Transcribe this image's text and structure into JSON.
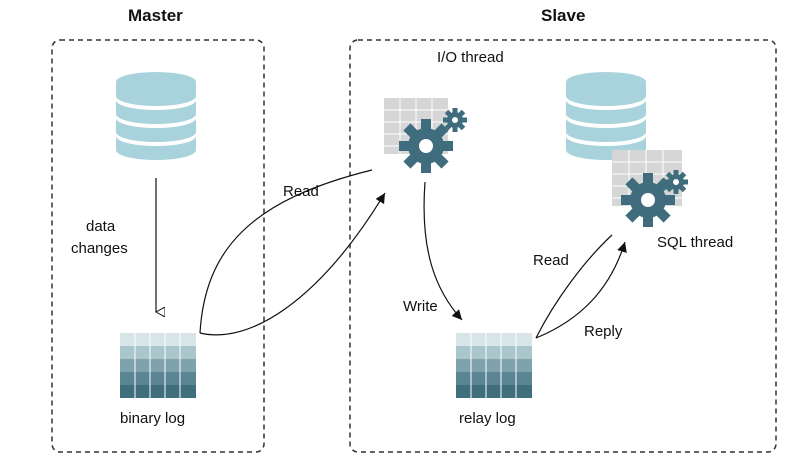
{
  "master": {
    "title": "Master"
  },
  "slave": {
    "title": "Slave"
  },
  "labels": {
    "data_changes_1": "data",
    "data_changes_2": "changes",
    "binary_log": "binary log",
    "read_master": "Read",
    "io_thread": "I/O thread",
    "write": "Write",
    "relay_log": "relay log",
    "read_slave": "Read",
    "reply": "Reply",
    "sql_thread": "SQL thread"
  },
  "colors": {
    "db_light": "#a9d3dc",
    "gear": "#3f6d7d",
    "grid": "#c7c7c7",
    "log_dark": "#3f6f7d",
    "log_light": "#d9e6e8"
  }
}
